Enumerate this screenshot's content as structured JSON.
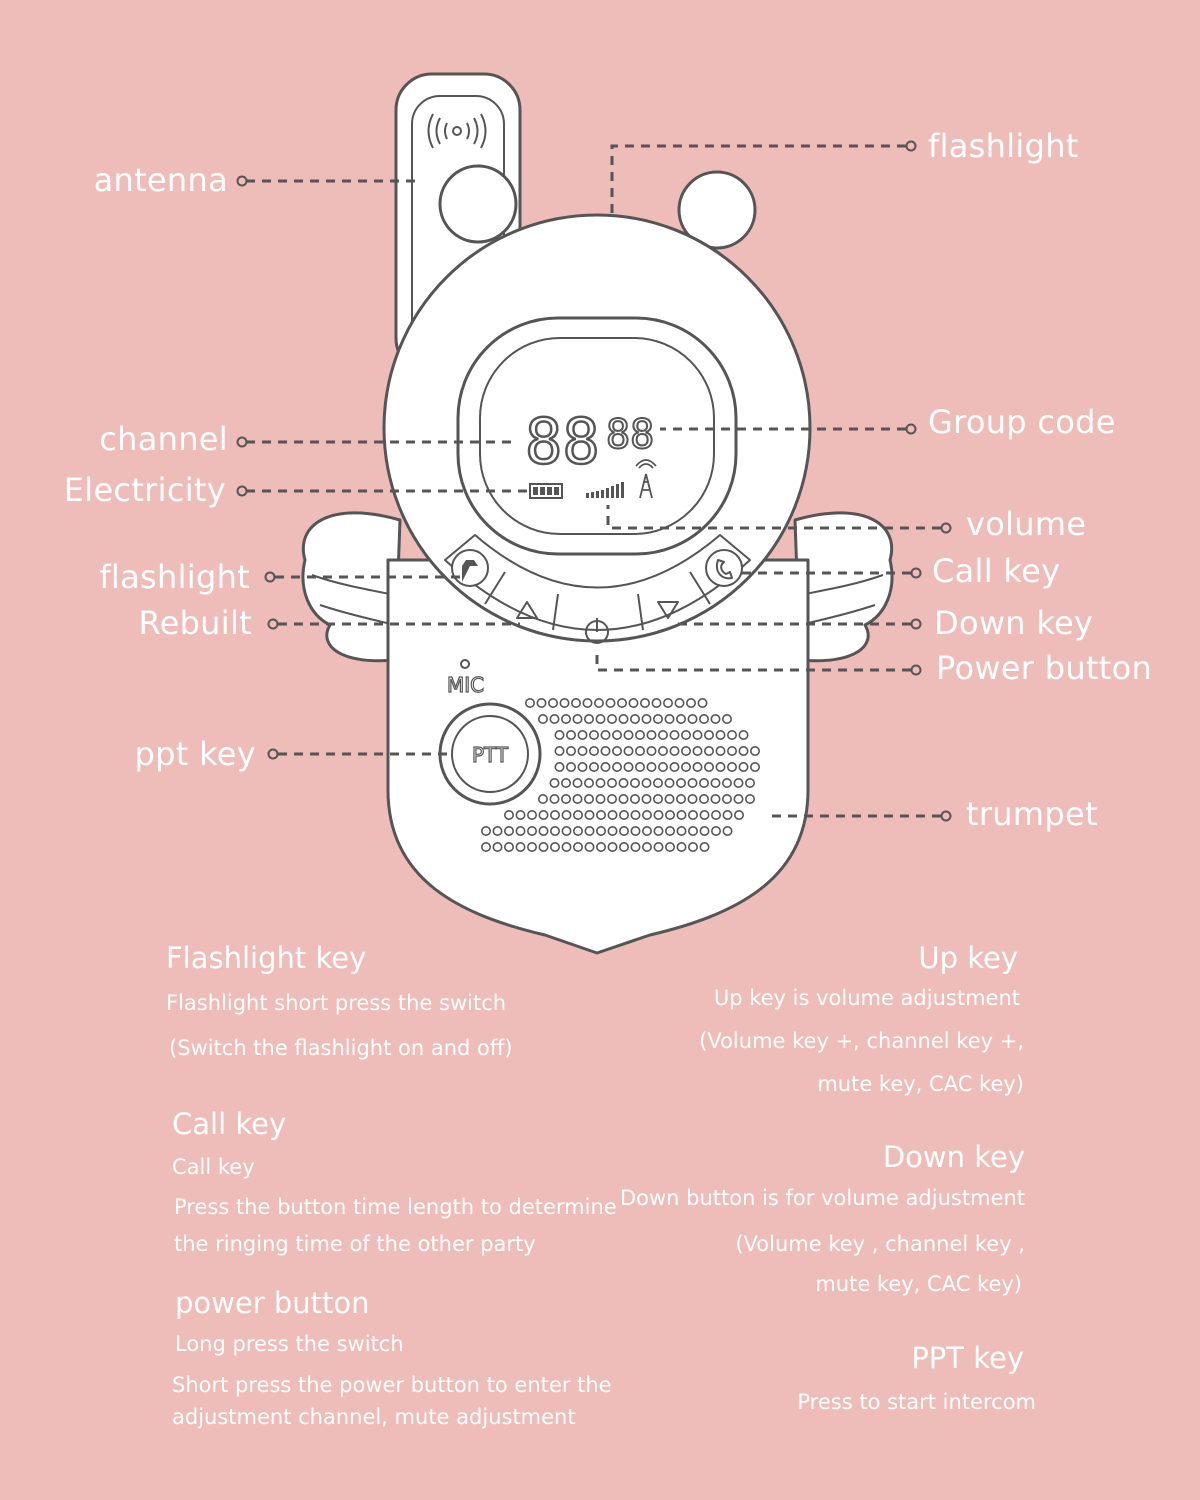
{
  "colors": {
    "background": "#efbdb9",
    "line": "#555555",
    "text": "#ffffff",
    "device_fill": "#ffffff"
  },
  "device": {
    "display_main": "88",
    "display_small": "88",
    "ptt_label": "PTT",
    "mic_label": "MIC",
    "icons": [
      "signal-icon",
      "flashlight-icon",
      "up-arrow-icon",
      "power-icon",
      "down-arrow-icon",
      "phone-icon",
      "battery-icon",
      "volume-bars-icon",
      "tower-icon"
    ]
  },
  "callouts": {
    "antenna": "antenna",
    "flashlight_top": "flashlight",
    "channel": "channel",
    "group_code": "Group code",
    "electricity": "Electricity",
    "volume": "volume",
    "flashlight_key": "flashlight",
    "call_key": "Call key",
    "rebuilt": "Rebuilt",
    "down_key": "Down key",
    "power_button": "Power button",
    "ppt_key": "ppt key",
    "trumpet": "trumpet"
  },
  "descriptions": {
    "flashlight": {
      "title": "Flashlight key",
      "lines": [
        "Flashlight short press the switch",
        "(Switch the flashlight on and off)"
      ]
    },
    "call": {
      "title": "Call key",
      "lines": [
        "Call key",
        "Press the button time length to determine",
        "the ringing time of the other party"
      ]
    },
    "power": {
      "title": "power button",
      "lines": [
        "Long press the switch",
        "Short press the power button to enter the",
        "adjustment channel, mute adjustment"
      ]
    },
    "up": {
      "title": "Up key",
      "lines": [
        "Up key is volume adjustment",
        "(Volume key +, channel key +,",
        "mute key, CAC key)"
      ]
    },
    "down": {
      "title": "Down key",
      "lines": [
        "Down button is for volume adjustment",
        "(Volume key , channel key ,",
        "mute key, CAC key)"
      ]
    },
    "ppt": {
      "title": "PPT key",
      "lines": [
        "Press to start intercom"
      ]
    }
  }
}
